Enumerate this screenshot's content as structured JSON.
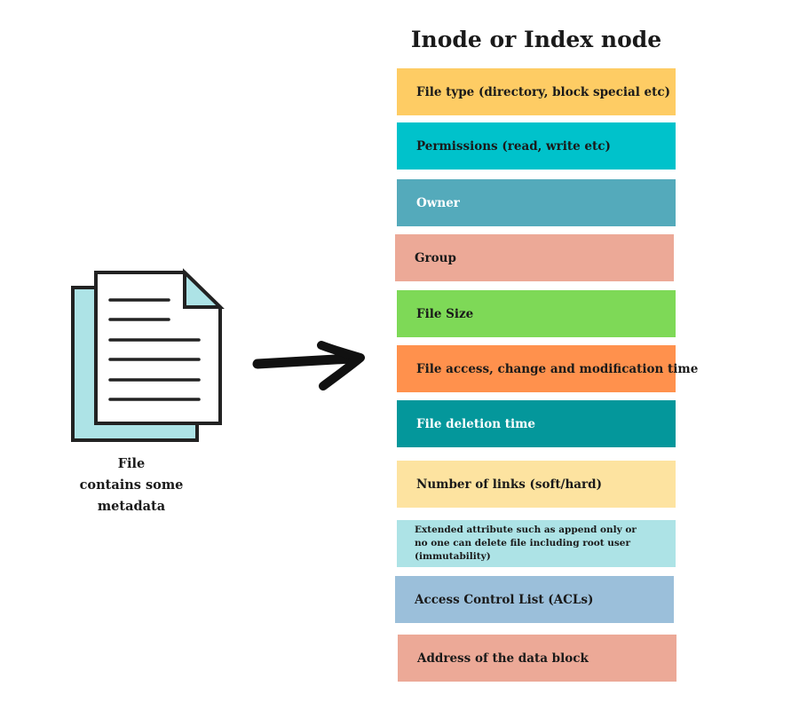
{
  "title": "Inode or Index node",
  "file_caption": [
    "File",
    "contains some",
    "metadata"
  ],
  "icons": {
    "file": "document-icon",
    "arrow": "arrow-right-icon"
  },
  "inode_fields": [
    {
      "label": "File type (directory, block special etc)",
      "color": "#FECC64",
      "text_color": "#1a1a1a"
    },
    {
      "label": "Permissions (read, write etc)",
      "color": "#00C2CB",
      "text_color": "#1a1a1a"
    },
    {
      "label": "Owner",
      "color": "#54AABB",
      "text_color": "#ffffff"
    },
    {
      "label": "Group",
      "color": "#ECA997",
      "text_color": "#1a1a1a"
    },
    {
      "label": "File Size",
      "color": "#7ED957",
      "text_color": "#1a1a1a"
    },
    {
      "label": "File access, change and modification time",
      "color": "#FF914D",
      "text_color": "#1a1a1a"
    },
    {
      "label": "File deletion time",
      "color": "#04979B",
      "text_color": "#ffffff"
    },
    {
      "label": "Number of links (soft/hard)",
      "color": "#FDE3A0",
      "text_color": "#1a1a1a"
    },
    {
      "label": "Extended attribute such as append only or no one can delete file including root user (immutability)",
      "color": "#ADE3E6",
      "text_color": "#1a1a1a"
    },
    {
      "label": "Access Control List (ACLs)",
      "color": "#9BBFDA",
      "text_color": "#1a1a1a"
    },
    {
      "label": "Address of the data block",
      "color": "#ECA997",
      "text_color": "#1a1a1a"
    }
  ]
}
